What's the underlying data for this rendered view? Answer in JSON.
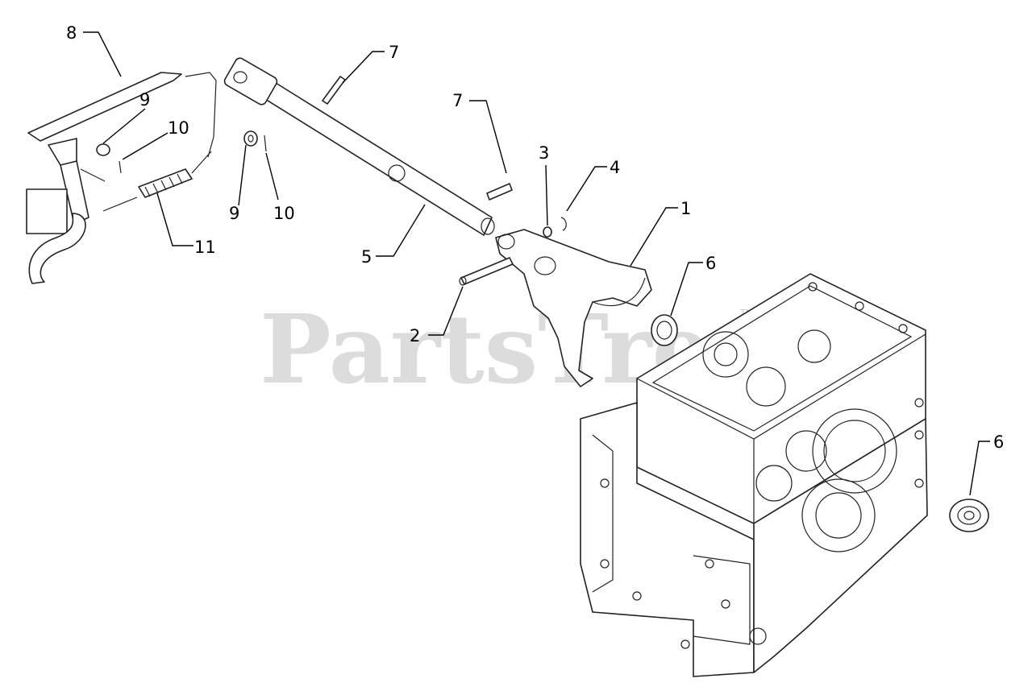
{
  "watermark": {
    "text": "PartsTree",
    "trademark": "TM"
  },
  "callouts": [
    {
      "id": "callout-8-lever",
      "label": "8"
    },
    {
      "id": "callout-7-pin-upper",
      "label": "7"
    },
    {
      "id": "callout-7-pin-lower",
      "label": "7"
    },
    {
      "id": "callout-9-washer-left",
      "label": "9"
    },
    {
      "id": "callout-10-cotter-left",
      "label": "10"
    },
    {
      "id": "callout-9-washer-mid",
      "label": "9"
    },
    {
      "id": "callout-10-cotter-mid",
      "label": "10"
    },
    {
      "id": "callout-11-spring",
      "label": "11"
    },
    {
      "id": "callout-5-shaft",
      "label": "5"
    },
    {
      "id": "callout-3-washer",
      "label": "3"
    },
    {
      "id": "callout-4-ring",
      "label": "4"
    },
    {
      "id": "callout-1-fork",
      "label": "1"
    },
    {
      "id": "callout-2-pin",
      "label": "2"
    },
    {
      "id": "callout-6-seal-upper",
      "label": "6"
    },
    {
      "id": "callout-6-seal-right",
      "label": "6"
    }
  ]
}
